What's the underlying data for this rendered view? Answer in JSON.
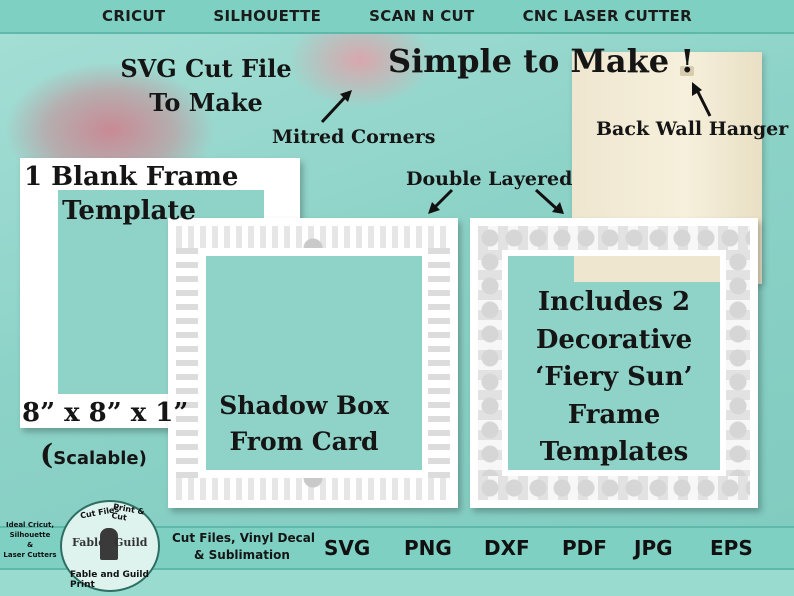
{
  "top_bar": {
    "items": [
      "CRICUT",
      "SILHOUETTE",
      "SCAN N CUT",
      "CNC LASER CUTTER"
    ]
  },
  "headline": {
    "svg_line1": "SVG Cut File",
    "svg_line2": "To Make",
    "simple": "Simple to Make !",
    "mitred": "Mitred Corners",
    "back_wall": "Back Wall Hanger",
    "double_layered": "Double Layered",
    "blank_line1": "1 Blank Frame",
    "blank_line2": "Template",
    "size": "8” x 8” x 1”",
    "scalable_paren": "(",
    "scalable": "Scalable)",
    "shadow_line1": "Shadow Box",
    "shadow_line2": "From Card",
    "includes_line1": "Includes 2",
    "includes_line2": "Decorative",
    "includes_line3": "‘Fiery Sun’",
    "includes_line4": "Frame",
    "includes_line5": "Templates"
  },
  "bottom_bar": {
    "ideal_line1": "Ideal Cricut,",
    "ideal_line2": "Silhouette",
    "ideal_line3": "&",
    "ideal_line4": "Laser Cutters",
    "logo_top_left": "Cut Files",
    "logo_top_right": "Print & Cut",
    "logo_brand_left": "Fable",
    "logo_brand_right": "Guild",
    "logo_bottom": "Fable and Guild Print",
    "desc_line1": "Cut Files, Vinyl Decal",
    "desc_line2": "& Sublimation",
    "formats": [
      "SVG",
      "PNG",
      "DXF",
      "PDF",
      "JPG",
      "EPS"
    ]
  }
}
